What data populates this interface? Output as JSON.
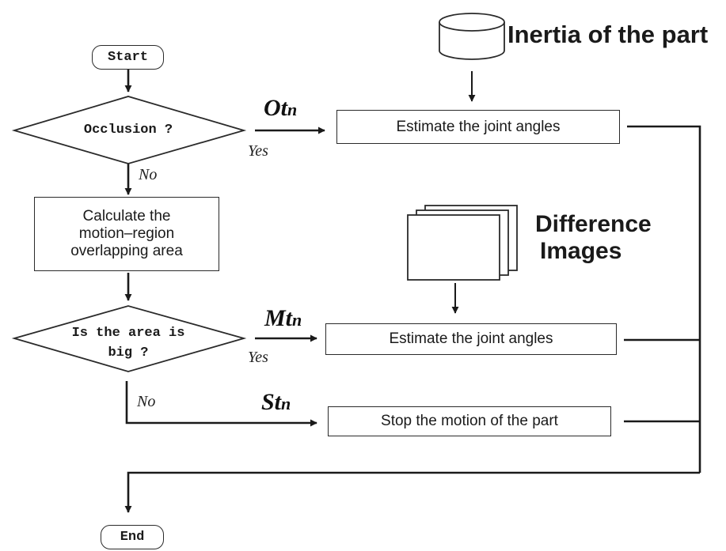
{
  "start": "Start",
  "end": "End",
  "occlusion_question": "Occlusion ?",
  "calc_box": [
    "Calculate the",
    "motion–region",
    "overlapping area"
  ],
  "area_question": [
    "Is the area is",
    "big ?"
  ],
  "yes_label": "Yes",
  "no_label": "No",
  "branches": {
    "occlusion": {
      "letter": "Ot",
      "sub": "n"
    },
    "motion": {
      "letter": "Mt",
      "sub": "n"
    },
    "stop": {
      "letter": "St",
      "sub": "n"
    }
  },
  "estimate_box_1": "Estimate the joint angles",
  "estimate_box_2": "Estimate the joint angles",
  "stop_box": "Stop the motion of the part",
  "inertia_label": "Inertia of the part",
  "difference_label": [
    "Difference",
    "Images"
  ],
  "icons": {
    "database": "database-cylinder-icon",
    "images": "image-stack-icon"
  }
}
